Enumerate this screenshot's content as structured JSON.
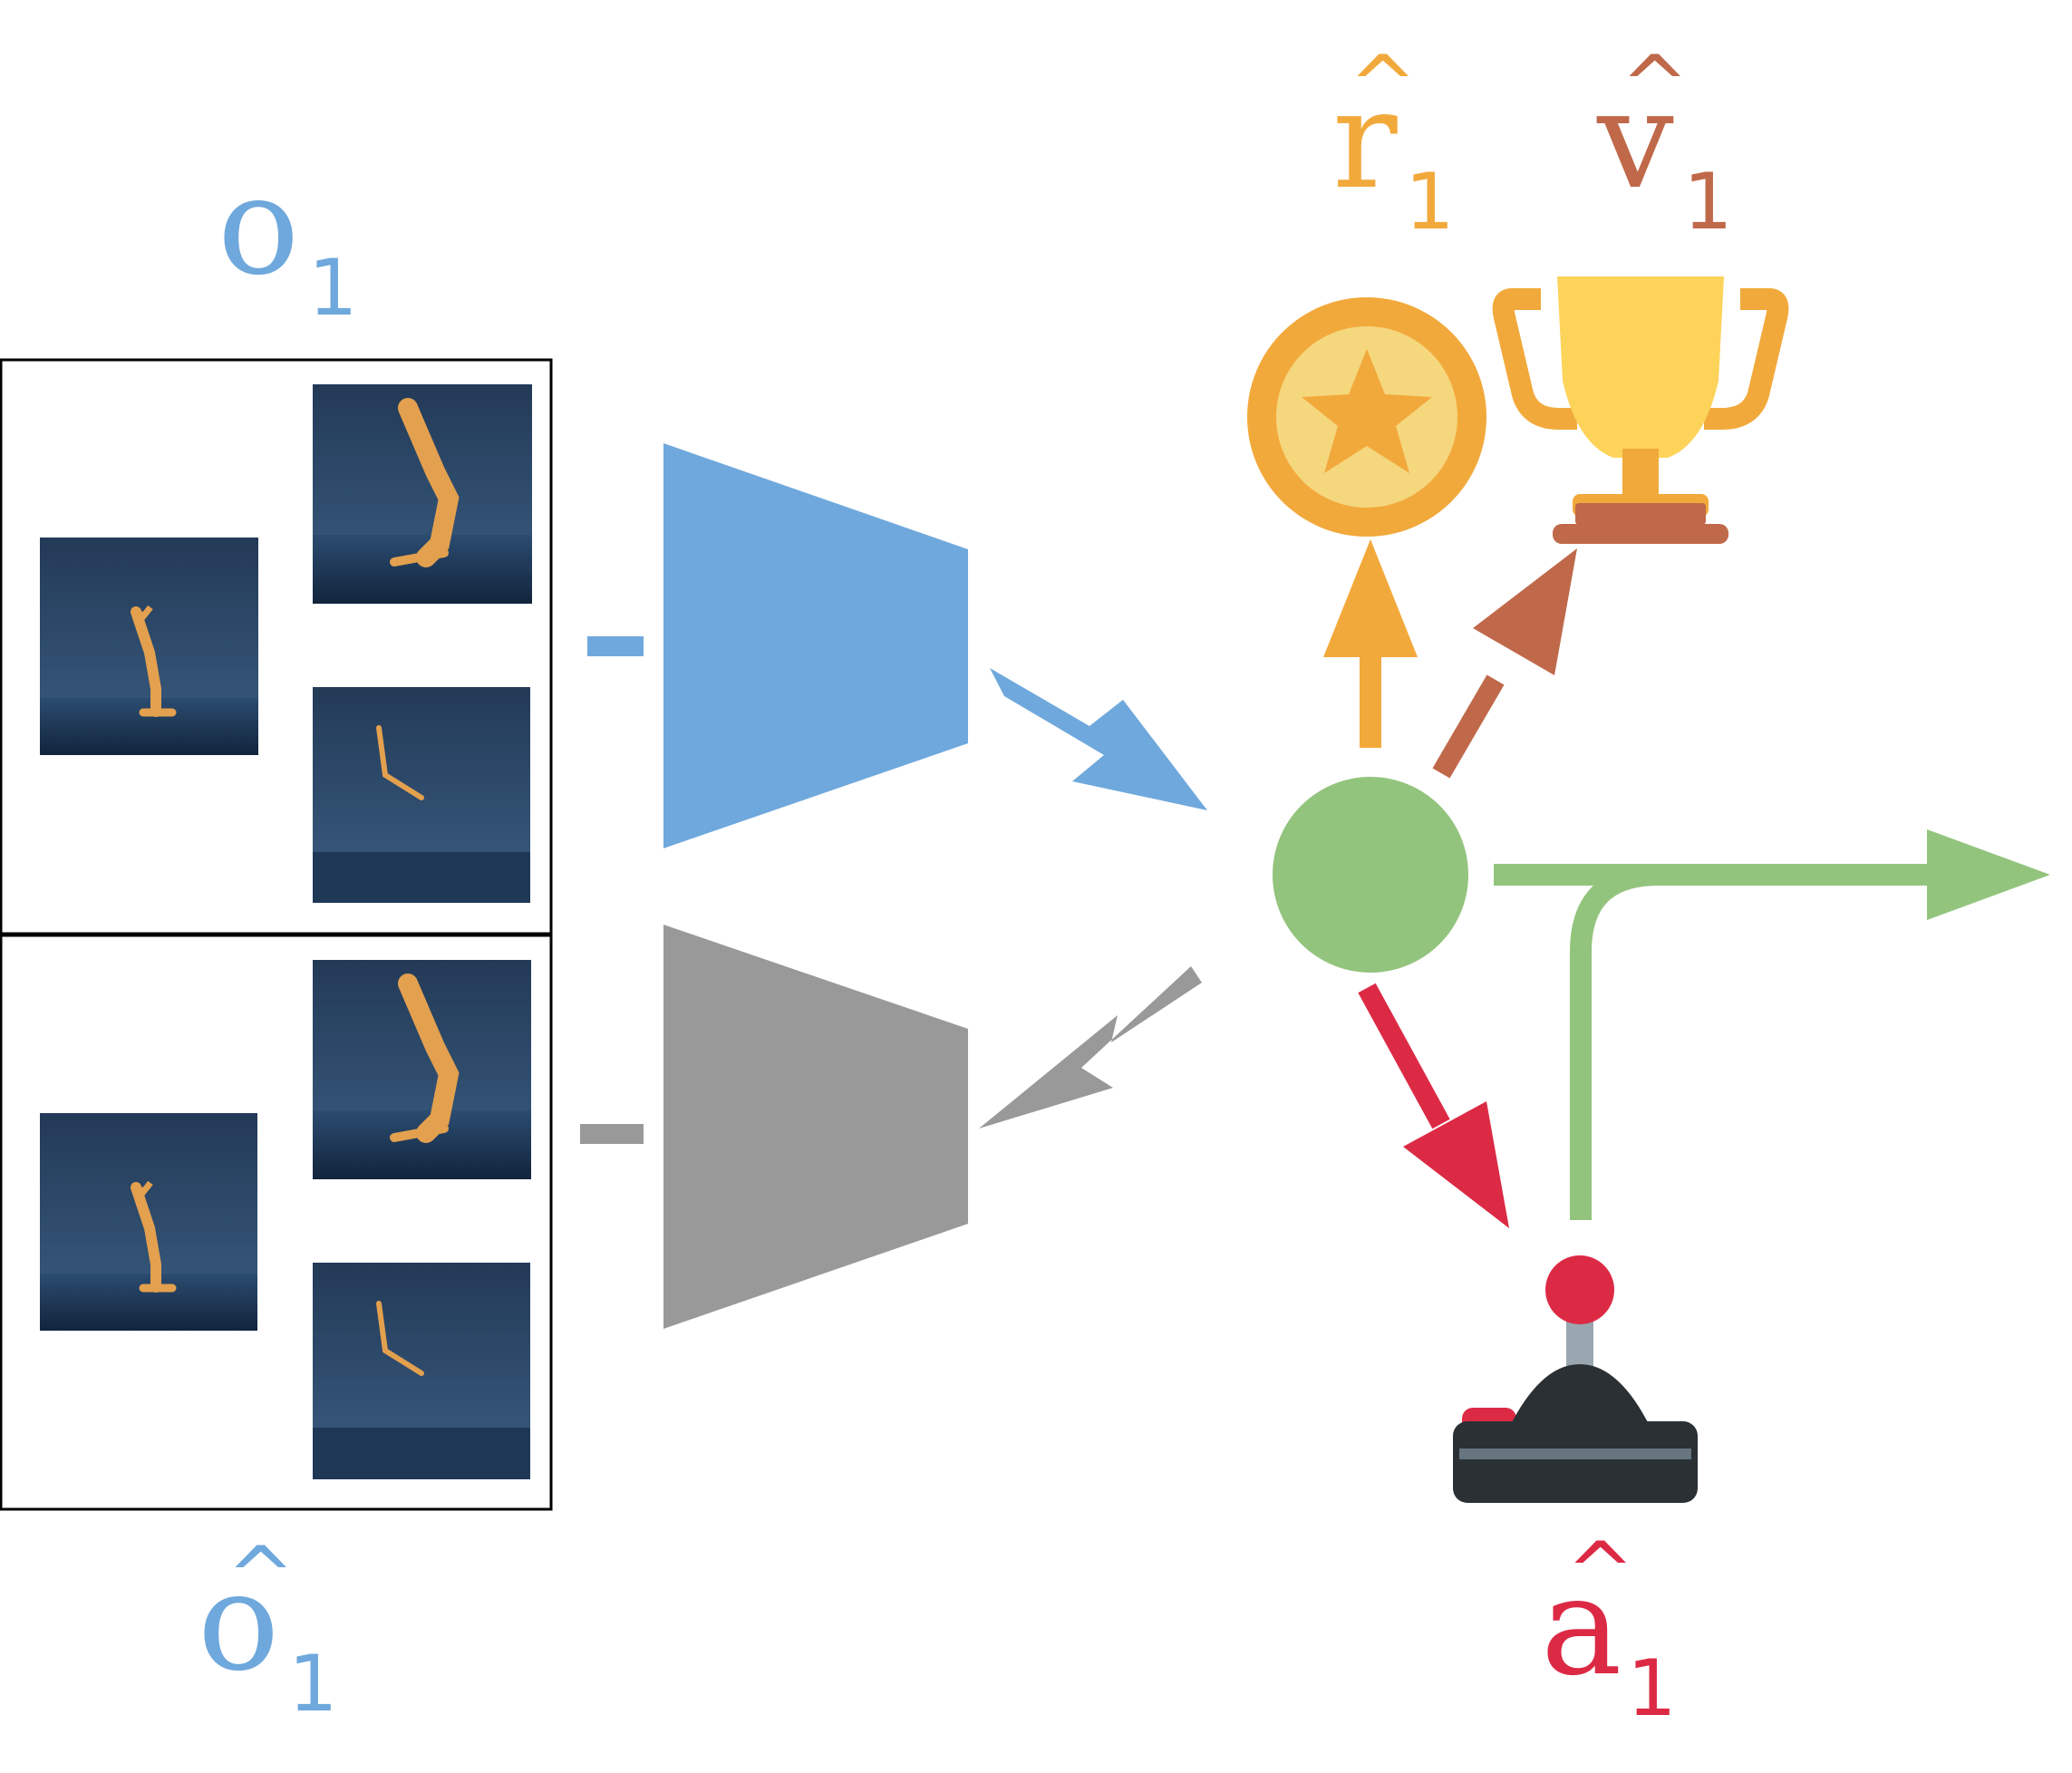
{
  "labels": {
    "observation": {
      "base": "o",
      "subscript": "1"
    },
    "reconstruction": {
      "base": "o",
      "hat": "^",
      "subscript": "1"
    },
    "reward": {
      "base": "r",
      "hat": "^",
      "subscript": "1"
    },
    "value": {
      "base": "v",
      "hat": "^",
      "subscript": "1"
    },
    "action": {
      "base": "a",
      "hat": "^",
      "subscript": "1"
    }
  },
  "colors": {
    "encoder": "#6fa8dc",
    "decoder": "#999999",
    "latent": "#93c47d",
    "reward": "#f2a93b",
    "value": "#c0694a",
    "action": "#dc2a45",
    "frame_bg": "#2c4a6b",
    "frame_floor": "#1b3350",
    "body": "#e3a04f"
  },
  "icons": {
    "reward": "coin-star-icon",
    "value": "trophy-icon",
    "action": "joystick-icon"
  }
}
